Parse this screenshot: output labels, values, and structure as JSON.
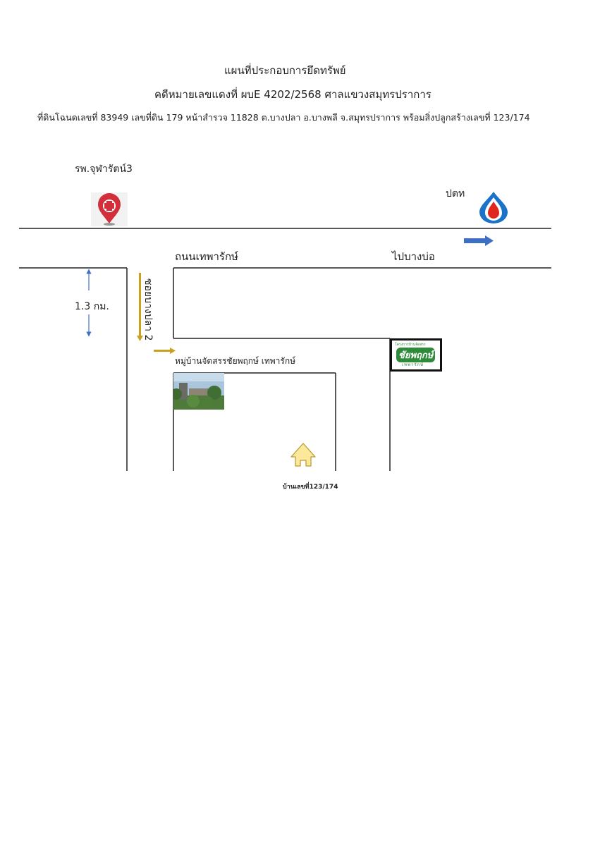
{
  "header": {
    "line1": "แผนที่ประกอบการยึดทรัพย์",
    "line2": "คดีหมายเลขแดงที่ ผบE 4202/2568 ศาลแขวงสมุทรปราการ",
    "line3": "ที่ดินโฉนดเลขที่ 83949 เลขที่ดิน 179 หน้าสำรวจ 11828 ต.บางปลา อ.บางพลี จ.สมุทรปราการ พร้อมสิ่งปลูกสร้างเลขที่ 123/174"
  },
  "map": {
    "hospital_label": "รพ.จุฬารัตน์3",
    "ptt_label": "ปตท",
    "road_label": "ถนนเทพารักษ์",
    "direction_label": "ไปบางบ่อ",
    "distance_label": "1.3 กม.",
    "soi_label": "ซอยบางปลา 2",
    "village_label": "หมู่บ้านจัดสรรชัยพฤกษ์ เทพารักษ์",
    "house_label": "บ้านเลขที่123/174",
    "logo": {
      "top_text": "โครงการบ้านจัดสรร",
      "main_text": "ชัยพฤกษ์",
      "sub_text": "เทพารักษ์"
    },
    "icons": {
      "hospital": "hospital-pin-icon",
      "ptt": "ptt-drop-icon",
      "house": "house-icon",
      "arrow_right": "arrow-right-icon"
    },
    "colors": {
      "hospital_red": "#d22f3a",
      "ptt_blue": "#1a73c9",
      "ptt_red": "#e0261f",
      "arrow_blue": "#3f6fc4",
      "arrow_gold": "#c9a11f",
      "house_yellow": "#fbe89b",
      "logo_green": "#2e8b3a"
    }
  }
}
